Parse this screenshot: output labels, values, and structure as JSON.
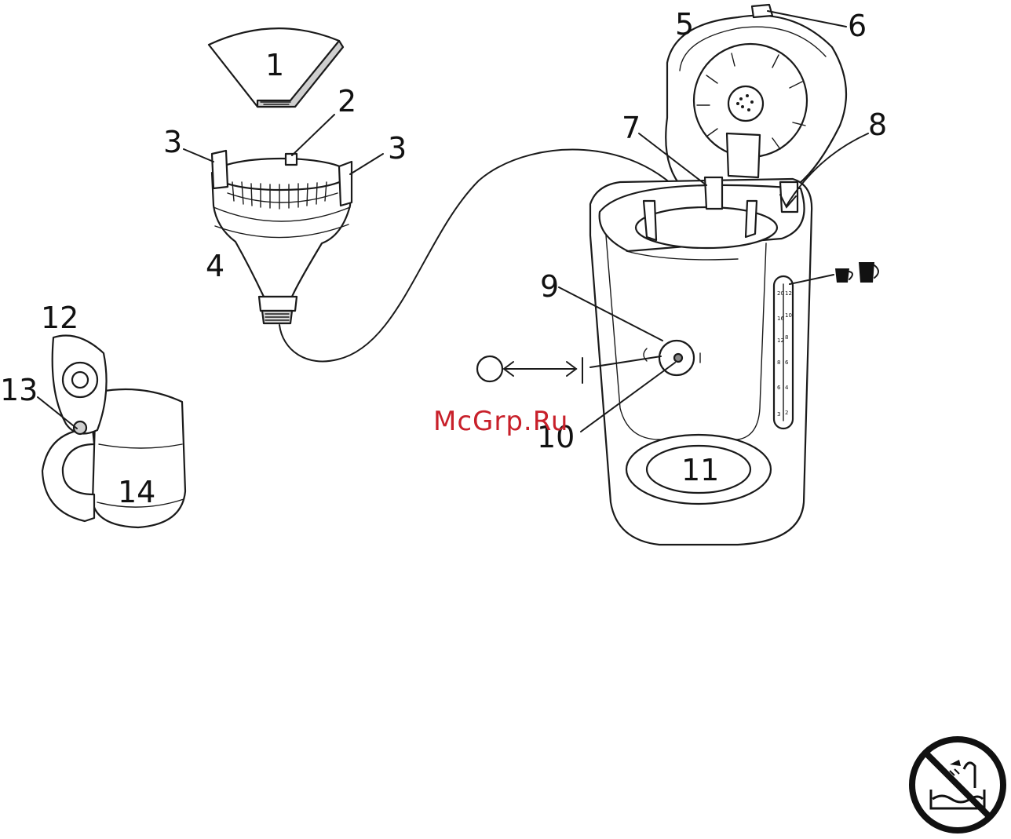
{
  "colors": {
    "ink": "#1a1a1a",
    "watermark": "#c8202a",
    "background": "#ffffff"
  },
  "labels": {
    "l1": "1",
    "l2": "2",
    "l3a": "3",
    "l3b": "3",
    "l4": "4",
    "l5": "5",
    "l6": "6",
    "l7": "7",
    "l8": "8",
    "l9": "9",
    "l10": "10",
    "l11": "11",
    "l12": "12",
    "l13": "13",
    "l14": "14"
  },
  "switch_symbols": {
    "off": "O",
    "on": "I"
  },
  "water_scale": {
    "left": [
      "20",
      "16",
      "12",
      "8",
      "6",
      "3"
    ],
    "right": [
      "12",
      "10",
      "8",
      "6",
      "4",
      "2"
    ]
  },
  "watermark": "McGrp.Ru",
  "icons": [
    "paper-filter-icon",
    "filter-holder-icon",
    "coffee-maker-icon",
    "glass-jug-icon",
    "cups-icon",
    "no-immersion-icon"
  ]
}
